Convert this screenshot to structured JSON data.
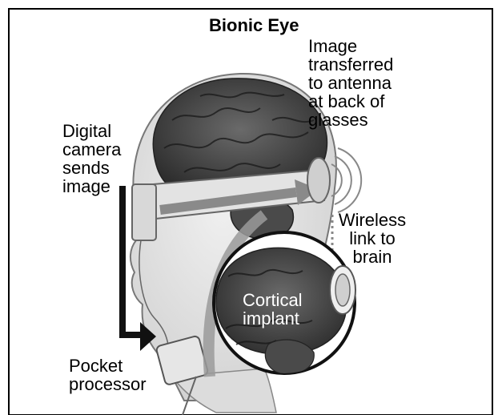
{
  "figure": {
    "title": "Bionic Eye",
    "labels": {
      "image_transferred": [
        "Image",
        "transferred",
        "to antenna",
        "at back of",
        "glasses"
      ],
      "digital_camera": [
        "Digital",
        "camera",
        "sends",
        "image"
      ],
      "wireless_link": [
        "Wireless",
        "link to",
        "brain"
      ],
      "cortical_implant": [
        "Cortical",
        "implant"
      ],
      "pocket_processor": [
        "Pocket",
        "processor"
      ]
    }
  }
}
